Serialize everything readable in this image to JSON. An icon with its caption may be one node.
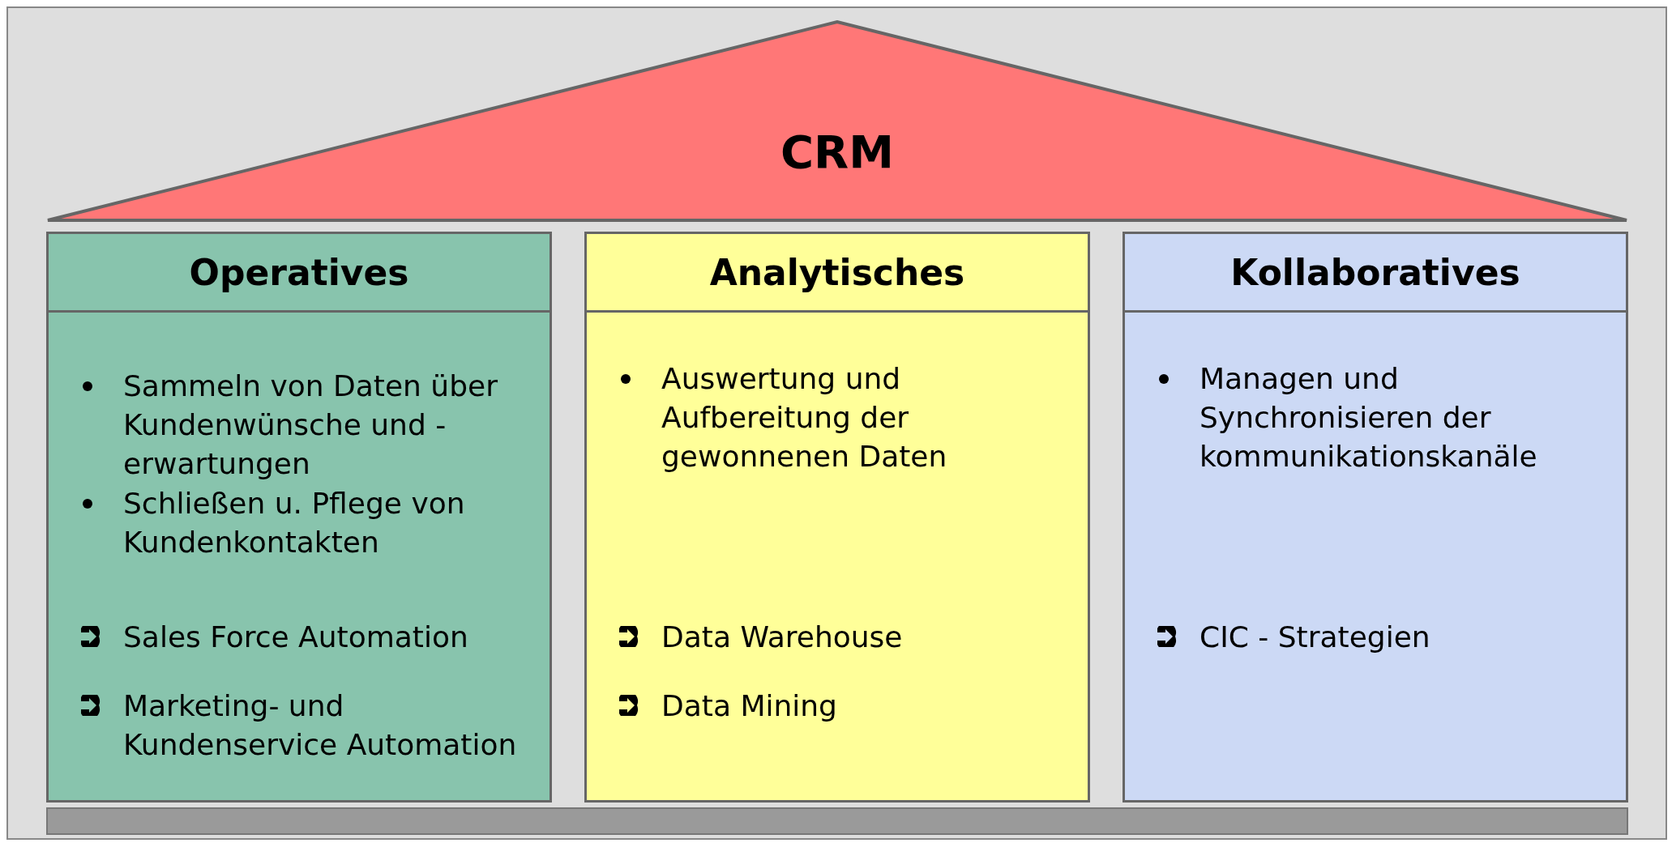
{
  "diagram": {
    "nodes": [
      {
        "text": [
          "CRM"
        ]
      },
      {
        "text": [
          "Operatives",
          "Sammeln von Daten über Kundenwünsche und -erwartungen",
          "Schließen u. Pflege von Kundenkontakten",
          "Sales Force Automation",
          "Marketing- und Kundenservice Automation"
        ]
      },
      {
        "text": [
          "Analytisches",
          "Auswertung und Aufbereitung der gewonnenen Daten",
          "Data Warehouse",
          "Data Mining"
        ]
      },
      {
        "text": [
          "Kollaboratives",
          "Managen und Synchronisieren der kommunikationskanäle",
          "CIC - Strategien"
        ]
      },
      {
        "text": [],
        "shape": "bar"
      }
    ]
  }
}
